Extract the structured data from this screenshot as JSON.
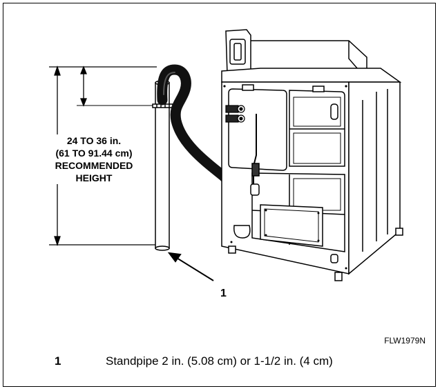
{
  "figure": {
    "height_label": [
      "24 TO 36 in.",
      "(61 TO 91.44 cm)",
      "RECOMMENDED",
      "HEIGHT"
    ],
    "callout_number": "1",
    "figure_id": "FLW1979N"
  },
  "legend": {
    "number": "1",
    "text": "Standpipe 2 in. (5.08 cm) or 1-1/2 in. (4 cm)"
  }
}
